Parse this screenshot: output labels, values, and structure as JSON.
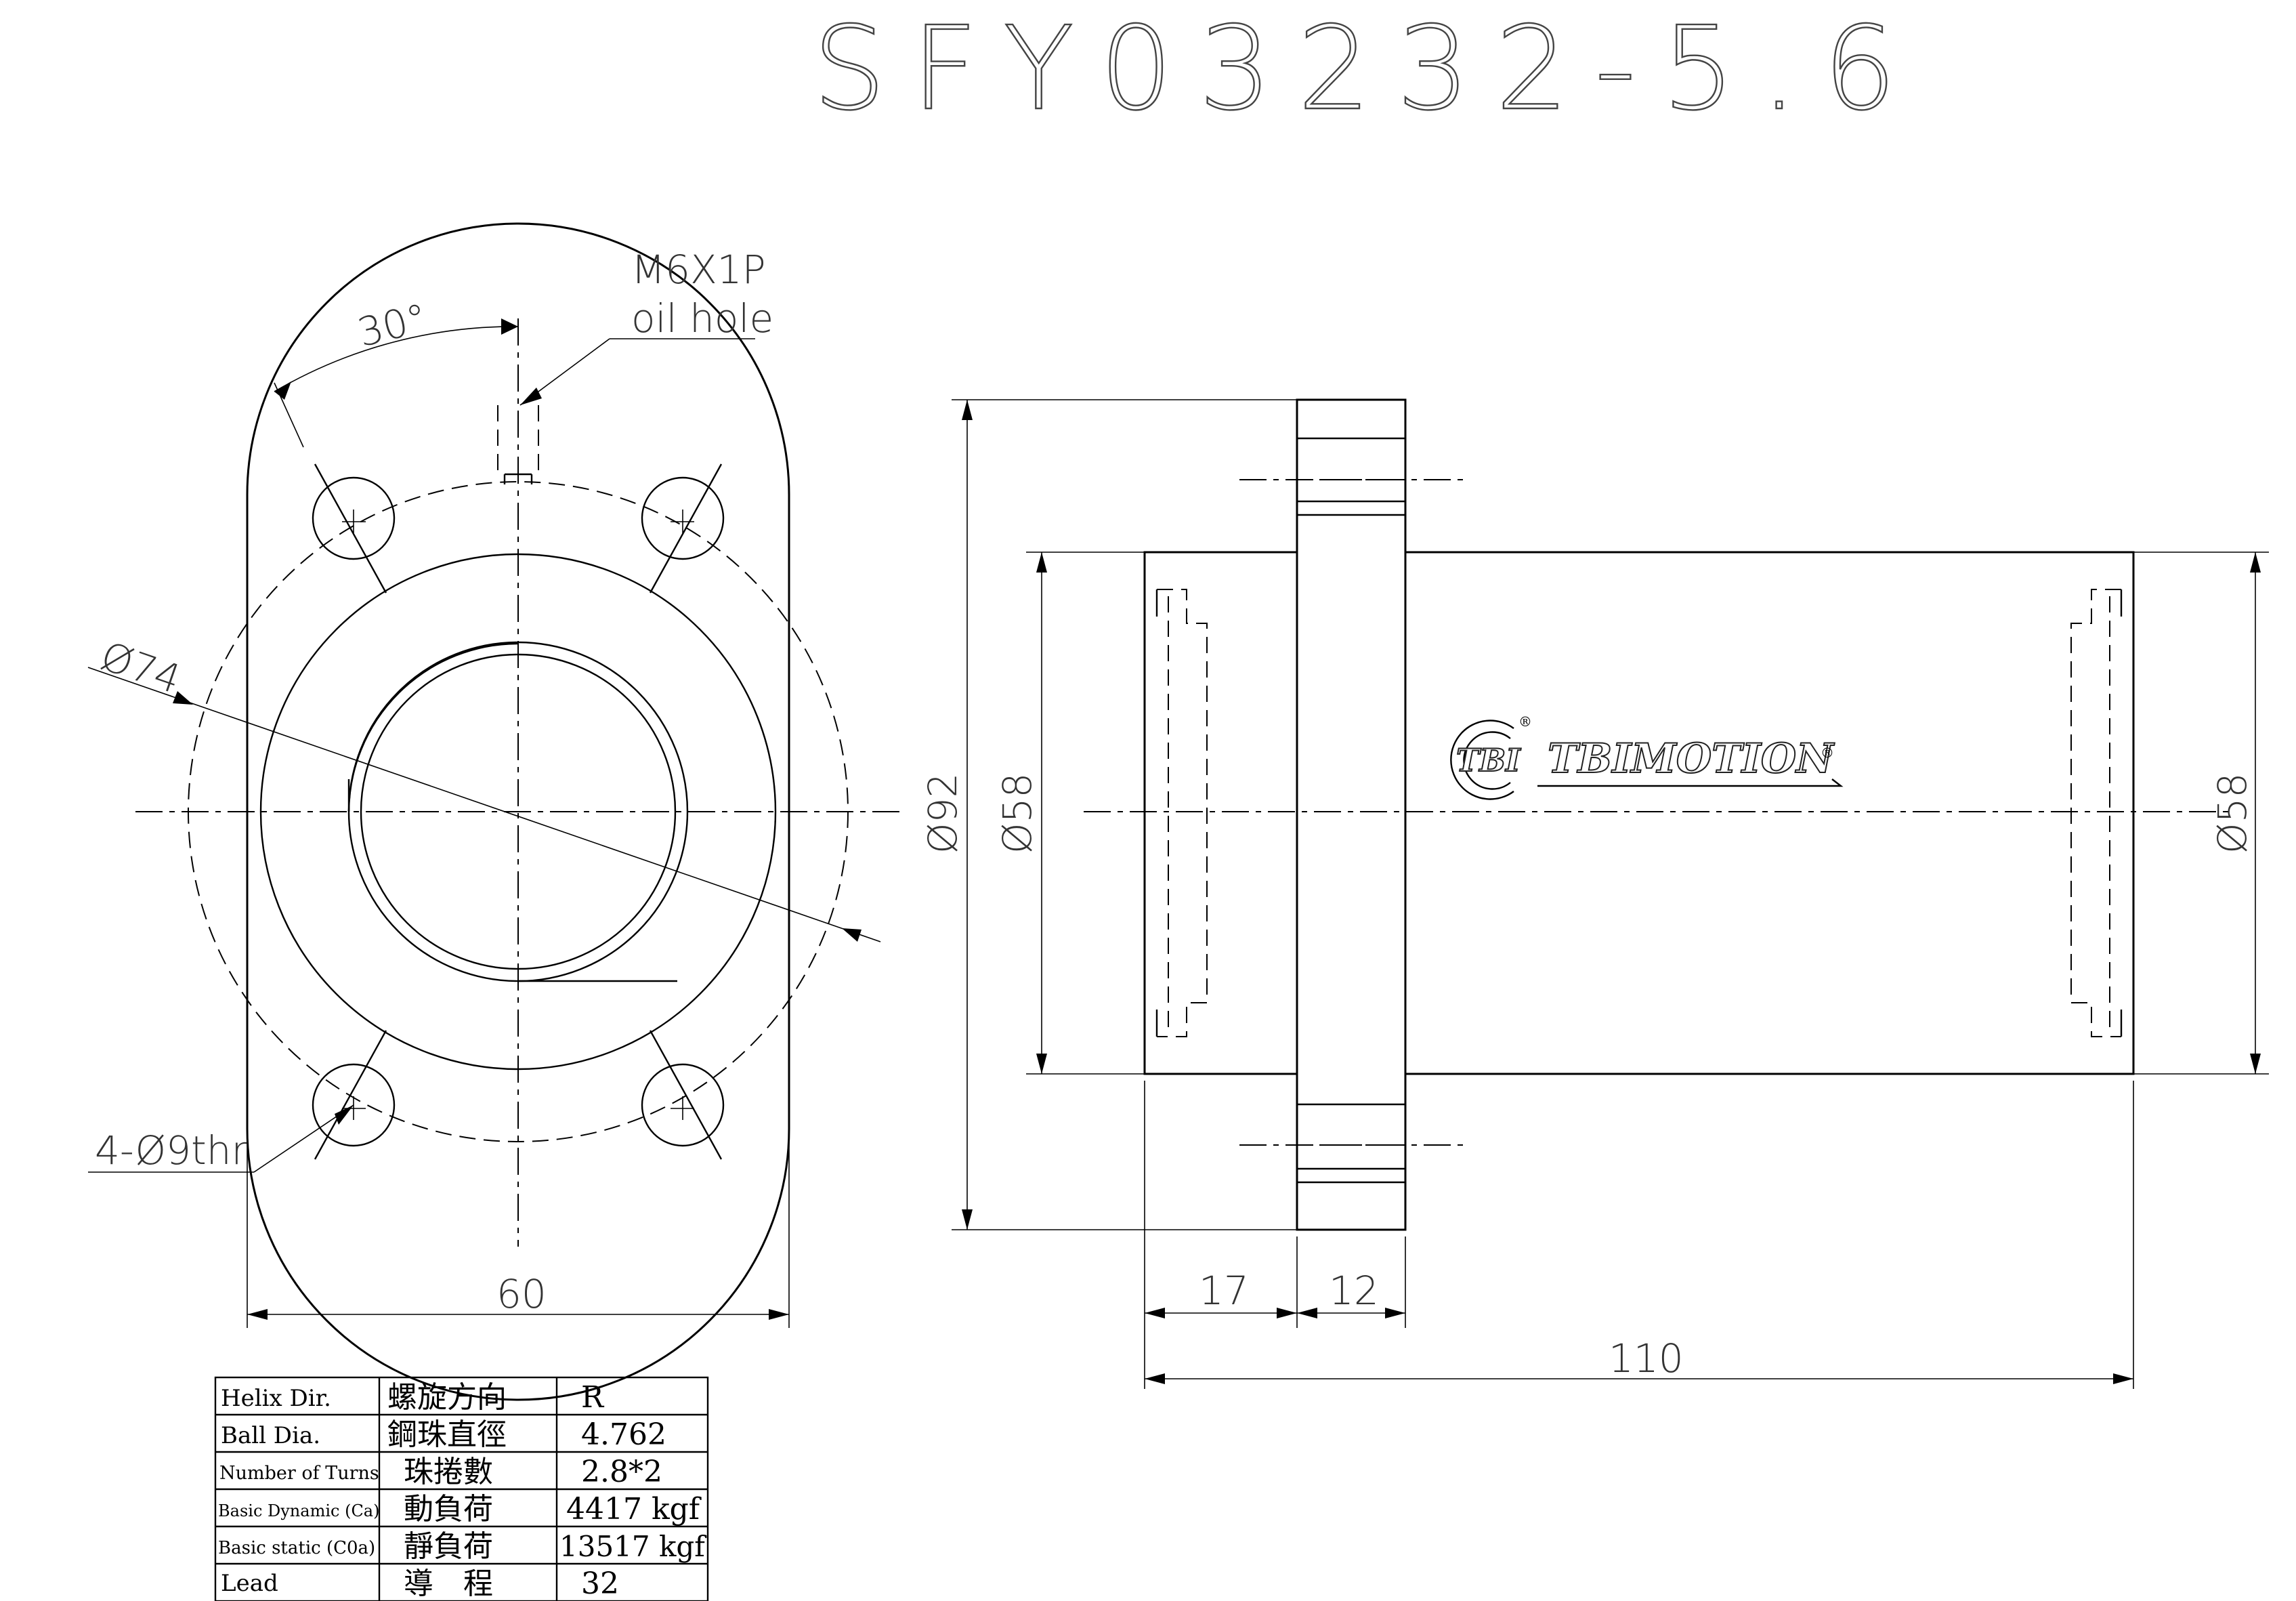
{
  "title": "SFY03232-5.6",
  "oil_hole": {
    "line1": "M6X1P",
    "line2": "oil hole"
  },
  "dimensions": {
    "angle": "30°",
    "bolt_circle": "Ø74",
    "holes": "4-Ø9thr",
    "width_60": "60",
    "flange_dia": "Ø92",
    "body_dia_left": "Ø58",
    "body_dia_right": "Ø58",
    "len_17": "17",
    "len_12": "12",
    "len_110": "110"
  },
  "logo": {
    "badge": "TBI",
    "brand": "TBIMOTION",
    "reg": "®"
  },
  "spec_table": {
    "rows": [
      {
        "en": "Helix  Dir.",
        "zh": "螺旋方向",
        "value": "R"
      },
      {
        "en": "Ball Dia.",
        "zh": "鋼珠直徑",
        "value": "4.762"
      },
      {
        "en": "Number of Turns",
        "zh": "珠捲數",
        "value": "2.8*2"
      },
      {
        "en": "Basic Dynamic (Ca)",
        "zh": "動負荷",
        "value": "4417 kgf"
      },
      {
        "en": "Basic static (C0a)",
        "zh": "靜負荷",
        "value": "13517 kgf"
      },
      {
        "en": "Lead",
        "zh": "導　程",
        "value": "32"
      }
    ]
  }
}
